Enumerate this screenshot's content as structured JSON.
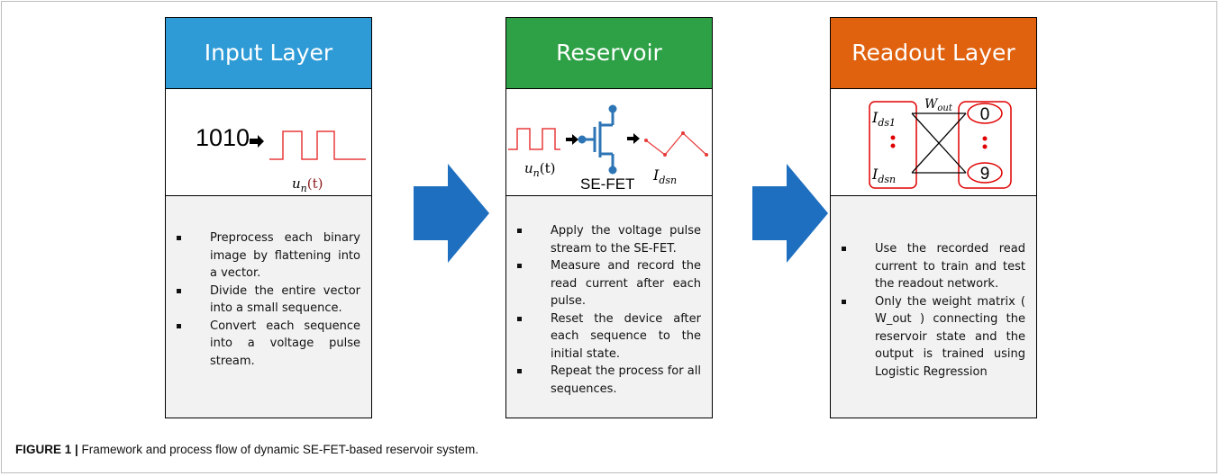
{
  "panels": [
    {
      "title": "Input Layer",
      "color": "#2e9bd6",
      "bullets": [
        "Preprocess each binary image by flattening into a vector.",
        "Divide the entire vector into a small sequence.",
        "Convert each sequence into a voltage pulse stream."
      ]
    },
    {
      "title": "Reservoir",
      "color": "#2ea146",
      "bullets": [
        "Apply the voltage pulse stream to the SE-FET.",
        "Measure and record the read current after each pulse.",
        "Reset the device after each sequence to the initial state.",
        "Repeat the process for all sequences."
      ]
    },
    {
      "title": "Readout Layer",
      "color": "#e0610e",
      "bullets": [
        "Use the recorded read current to train and test the readout network.",
        "Only the weight matrix ( W_out ) connecting the reservoir state and the output is trained using Logistic Regression"
      ]
    }
  ],
  "figure_labels": {
    "binary_input": "1010",
    "u_n": "u",
    "u_n_sub": "n",
    "u_n_arg": "(t)",
    "device": "SE-FET",
    "I": "I",
    "I_dsn_sub": "dsn",
    "I_ds1_sub": "ds1",
    "W": "W",
    "W_sub": "out",
    "out_first": "0",
    "out_last": "9"
  },
  "caption": {
    "label": "FIGURE 1 |",
    "text": " Framework and process flow of dynamic SE-FET-based reservoir system."
  },
  "colors": {
    "signal": "#e83a3a",
    "device": "#2e75b6",
    "arrow": "#1f6fc0",
    "readout_box": "#e00000"
  }
}
